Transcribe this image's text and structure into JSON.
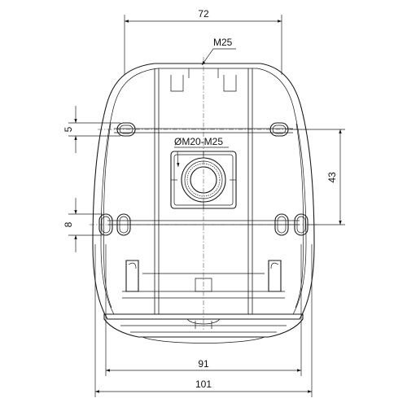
{
  "drawing": {
    "dimensions": {
      "top_width": "72",
      "inner_width": "91",
      "overall_width": "101",
      "slot_height_upper": "5",
      "slot_height_lower": "8",
      "hole_spacing": "43"
    },
    "labels": {
      "thread": "M25",
      "entry_hole": "ØM20-M25"
    }
  }
}
